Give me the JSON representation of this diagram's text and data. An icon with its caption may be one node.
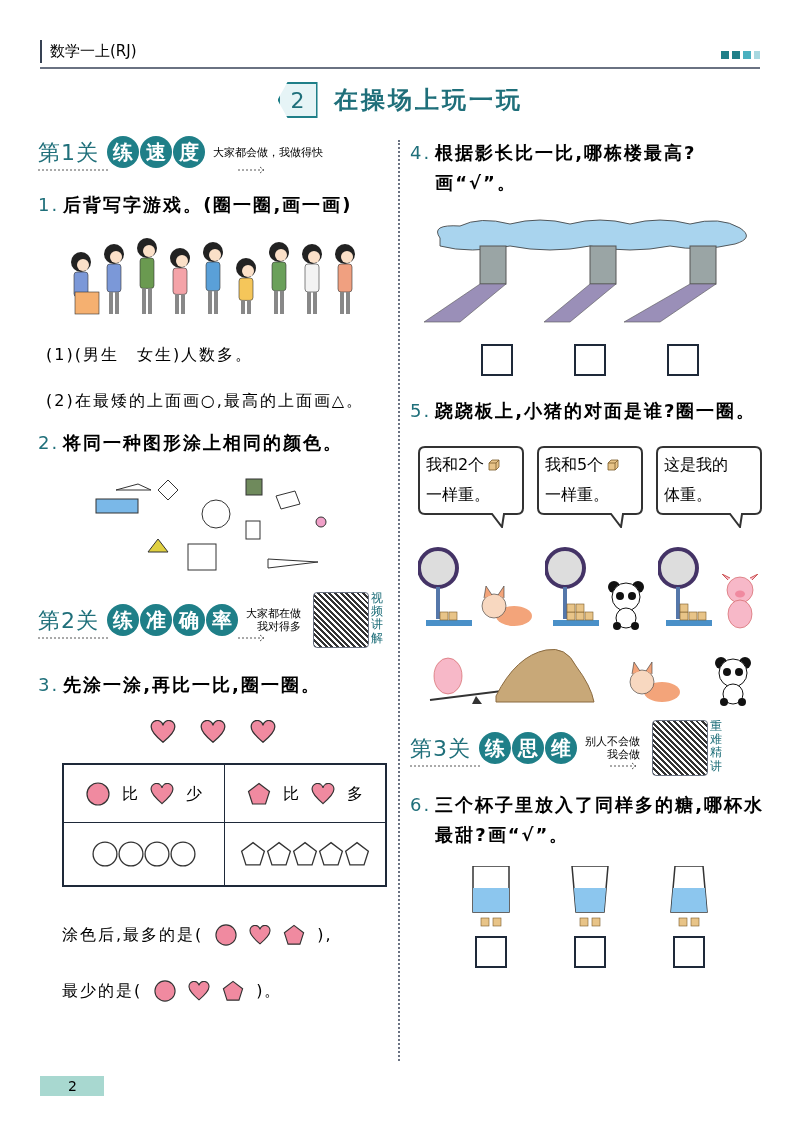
{
  "diagram": {
    "title": "在操场上玩一玩",
    "nodes": [
      {
        "text": [],
        "shape": "box"
      },
      {
        "text": [],
        "shape": "box"
      },
      {
        "text": [],
        "shape": "box"
      },
      {
        "text": [
          "我和2个",
          "一样重。"
        ]
      },
      {
        "text": [
          "我和5个",
          "一样重。"
        ]
      },
      {
        "text": [
          "这是我的",
          "体重。"
        ]
      },
      {
        "text": [],
        "shape": "box"
      },
      {
        "text": [],
        "shape": "box"
      },
      {
        "text": [],
        "shape": "box"
      }
    ],
    "labels": [
      "数学一上(RJ)",
      "2",
      "第1关",
      "练",
      "速",
      "度",
      "大家都会做，我做得快",
      "1.",
      "后背写字游戏。(圈一圈,画一画)",
      "(1)(男生　女生)人数多。",
      "(2)在最矮的上面画○,最高的上面画△。",
      "2.",
      "将同一种图形涂上相同的颜色。",
      "第2关",
      "练",
      "准",
      "确",
      "率",
      "大家都在做",
      "我对得多",
      "视频讲解",
      "3.",
      "先涂一涂,再比一比,圈一圈。",
      "比",
      "少",
      "比",
      "多",
      "涂色后,最多的是(",
      "),",
      "最少的是(",
      ")。",
      "4.",
      "根据影长比一比,哪栋楼最高?画“√”。",
      "5.",
      "跷跷板上,小猪的对面是谁?圈一圈。",
      "第3关",
      "练",
      "思",
      "维",
      "别人不会做",
      "我会做",
      "重难精讲",
      "6.",
      "三个杯子里放入了同样多的糖,哪杯水最甜?画“√”。",
      "2"
    ]
  }
}
